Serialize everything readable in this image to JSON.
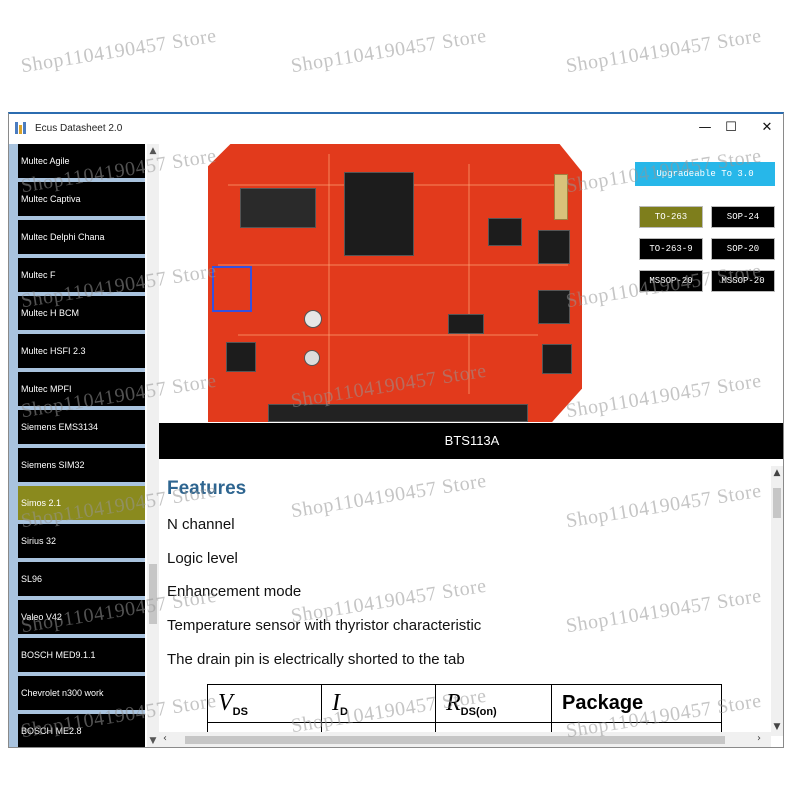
{
  "watermark": "Shop1104190457 Store",
  "window": {
    "title": "Ecus Datasheet 2.0",
    "minimize_glyph": "—",
    "maximize_glyph": "☐",
    "close_glyph": "✕"
  },
  "sidebar": {
    "items": [
      {
        "label": "Multec Agile"
      },
      {
        "label": "Multec Captiva"
      },
      {
        "label": "Multec Delphi Chana"
      },
      {
        "label": "Multec F"
      },
      {
        "label": "Multec H BCM"
      },
      {
        "label": "Multec HSFI 2.3"
      },
      {
        "label": "Multec MPFI"
      },
      {
        "label": "Siemens EMS3134"
      },
      {
        "label": "Siemens SIM32"
      },
      {
        "label": "Simos 2.1",
        "selected": true
      },
      {
        "label": "Sirius 32"
      },
      {
        "label": "SL96"
      },
      {
        "label": "Valeo V42"
      },
      {
        "label": "BOSCH MED9.1.1"
      },
      {
        "label": "Chevrolet n300 work"
      },
      {
        "label": "BOSCH ME2.8"
      }
    ]
  },
  "upgrade_button": "Upgradeable To 3.0",
  "packages": [
    {
      "label": "TO-263",
      "active": true
    },
    {
      "label": "SOP-24",
      "active": false
    },
    {
      "label": "TO-263-9",
      "active": false
    },
    {
      "label": "SOP-20",
      "active": false
    },
    {
      "label": "MSSOP-20",
      "active": false
    },
    {
      "label": "MSSOP-20",
      "active": false
    }
  ],
  "part_name": "BTS113A",
  "document": {
    "heading": "Features",
    "features": [
      "N channel",
      "Logic level",
      "Enhancement mode",
      "Temperature sensor with thyristor characteristic",
      "The drain pin is electrically shorted to the tab"
    ],
    "table_headers": [
      {
        "symbol": "V",
        "sub": "DS"
      },
      {
        "symbol": "I",
        "sub": "D"
      },
      {
        "symbol": "R",
        "sub": "DS(on)"
      },
      {
        "text": "Package"
      }
    ]
  },
  "colors": {
    "sidebar_bg": "#a9c3de",
    "selected_item": "#8a8a1e",
    "upgrade_bg": "#27b7e9",
    "features_heading": "#2e6590",
    "board_red": "#e23a1c"
  }
}
